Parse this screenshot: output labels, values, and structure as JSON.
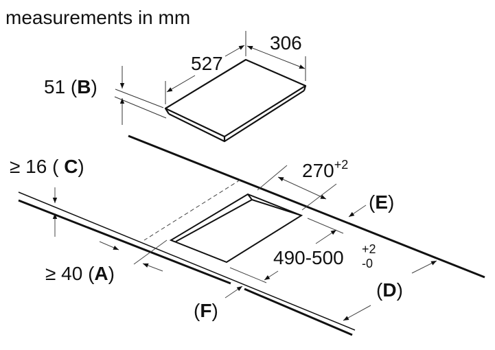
{
  "title": "measurements in mm",
  "dimensions": {
    "hob_width": "527",
    "hob_depth": "306",
    "hob_height": "51",
    "hob_height_ref": "B",
    "cutout_depth": "270",
    "cutout_depth_tol": "+2",
    "cutout_width": "490-500",
    "cutout_width_tol_plus": "+2",
    "cutout_width_tol_minus": "-0",
    "worktop_thickness_prefix": "≥ 16 (",
    "worktop_thickness_ref": "C",
    "front_gap_prefix": "≥ 40 (",
    "front_gap_ref": "A",
    "label_d": "D",
    "label_e": "E",
    "label_f": "F"
  }
}
